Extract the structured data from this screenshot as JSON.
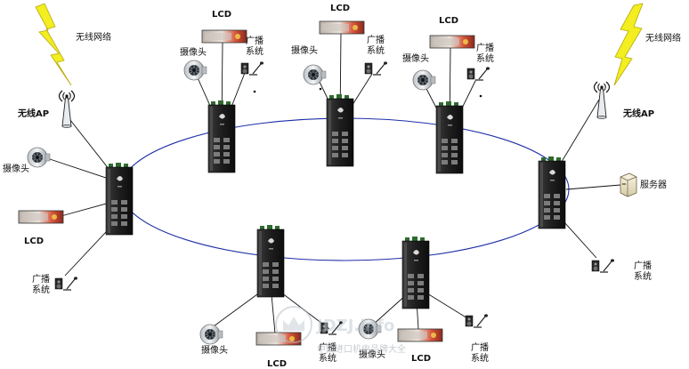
{
  "labels": {
    "wireless_network": "无线网络",
    "wireless_ap": "无线AP",
    "camera": "摄像头",
    "lcd": "LCD",
    "broadcast": "广播\n系统",
    "server": "服务器"
  },
  "watermark": {
    "brand": "JDZJ.info",
    "subtitle": "中国进口机电品牌大全"
  },
  "colors": {
    "ring": "#1f2fa8",
    "line": "#111111",
    "bolt": "#f2ee1f",
    "switch": "#1c1c1c"
  }
}
